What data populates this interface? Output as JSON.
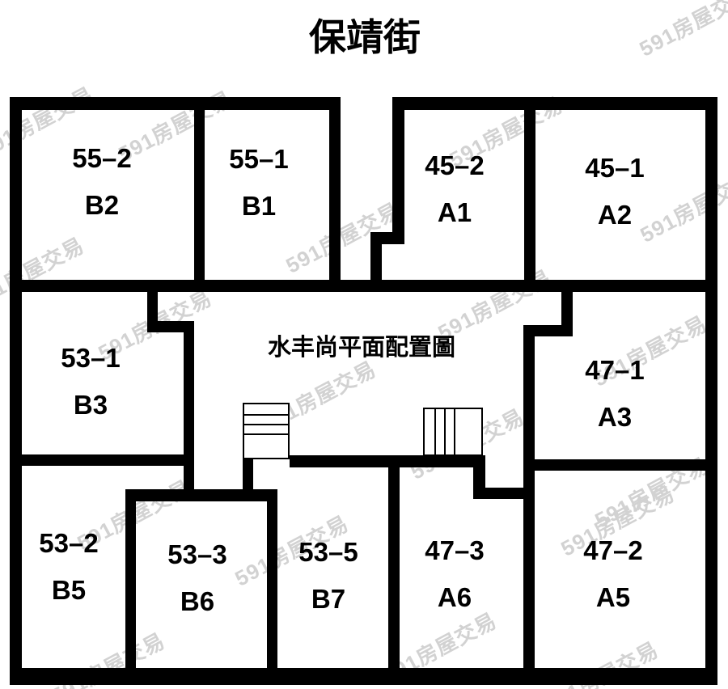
{
  "street_title": "保靖街",
  "plan_title": "水丰尚平面配置圖",
  "watermark": {
    "text": "591房屋交易",
    "color": "#d2d2d2"
  },
  "rooms": [
    {
      "number": "55–2",
      "unit": "B2"
    },
    {
      "number": "55–1",
      "unit": "B1"
    },
    {
      "number": "45–2",
      "unit": "A1"
    },
    {
      "number": "45–1",
      "unit": "A2"
    },
    {
      "number": "53–1",
      "unit": "B3"
    },
    {
      "number": "47–1",
      "unit": "A3"
    },
    {
      "number": "53–2",
      "unit": "B5"
    },
    {
      "number": "53–3",
      "unit": "B6"
    },
    {
      "number": "53–5",
      "unit": "B7"
    },
    {
      "number": "47–3",
      "unit": "A6"
    },
    {
      "number": "47–2",
      "unit": "A5"
    }
  ]
}
